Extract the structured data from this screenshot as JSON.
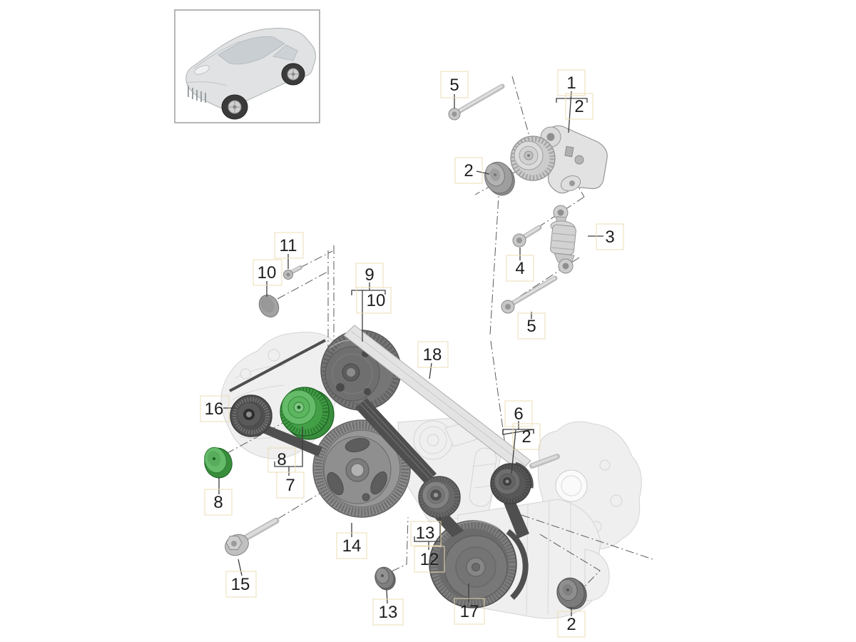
{
  "diagram": {
    "type": "exploded-parts-diagram",
    "subject": "belt drive / pulleys with tensioner",
    "background": "#ffffff"
  },
  "vehicle_thumbnail": {
    "icon": "car-suv-icon"
  },
  "callouts": {
    "c1": "1",
    "c2_bracket": "2",
    "c2_washer_top": "2",
    "c2_pulley": "2",
    "c2_cap_bottom": "2",
    "c3": "3",
    "c4": "4",
    "c5_top": "5",
    "c5_bottom": "5",
    "c6": "6",
    "c7": "7",
    "c8_group": "8",
    "c8_cap": "8",
    "c9": "9",
    "c10_group": "10",
    "c10_cap": "10",
    "c11": "11",
    "c12": "12",
    "c13_group": "13",
    "c13_washer": "13",
    "c14": "14",
    "c15": "15",
    "c16": "16",
    "c17": "17",
    "c18": "18"
  },
  "highlight": {
    "color": "#43a047",
    "highlighted_callouts": [
      "7",
      "8"
    ]
  },
  "colors": {
    "label_text": "#1d1d1d",
    "leader_line": "#3c3c3c",
    "label_hotspot_box": "#ecdcb4",
    "part_gray_dark": "#6b6b6b",
    "part_gray_light": "#d9d9d9",
    "belt_dark": "#4f4f4f",
    "belt_light": "#e3e3e3",
    "ghost_gray": "#efefef"
  }
}
